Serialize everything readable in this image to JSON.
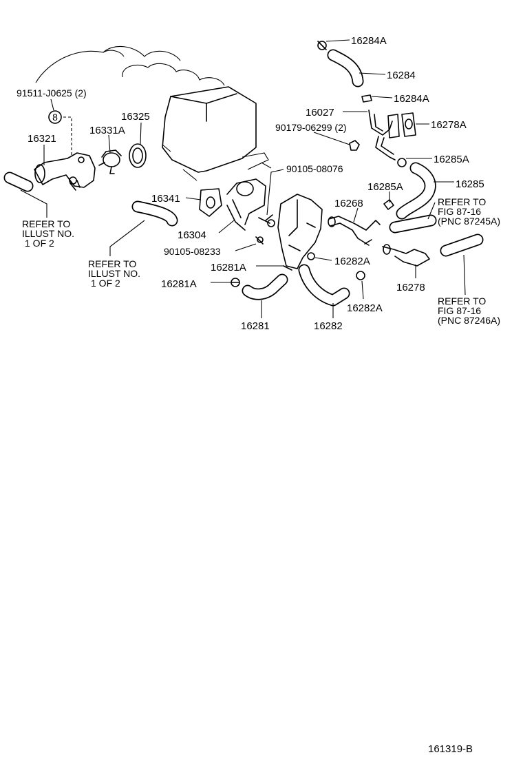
{
  "callouts": {
    "c16284A_top": "16284A",
    "c16284": "16284",
    "c16284A_mid": "16284A",
    "c16027": "16027",
    "c90179": "90179-06299 (2)",
    "c16278A": "16278A",
    "c16285A_right": "16285A",
    "c16285": "16285",
    "c16285A_mid": "16285A",
    "c16268": "16268",
    "c91511": "91511-J0625 (2)",
    "c16325": "16325",
    "c16331A": "16331A",
    "c16321": "16321",
    "c90105_08076": "90105-08076",
    "c16341": "16341",
    "c16304": "16304",
    "c90105_08233": "90105-08233",
    "c16281A_upper": "16281A",
    "c16281A_lower": "16281A",
    "c16281": "16281",
    "c16282A_upper": "16282A",
    "c16282A_lower": "16282A",
    "c16282": "16282",
    "c16278": "16278",
    "bolt_symbol": "8"
  },
  "refs": {
    "refer_illust_1": [
      "REFER TO",
      "ILLUST NO.",
      "1 OF 2"
    ],
    "refer_illust_2": [
      "REFER TO",
      "ILLUST NO.",
      "1 OF 2"
    ],
    "refer_fig_a": [
      "REFER TO",
      "FIG 87-16",
      "(PNC 87245A)"
    ],
    "refer_fig_b": [
      "REFER TO",
      "FIG 87-16",
      "(PNC 87246A)"
    ]
  },
  "figure_code": "161319-B"
}
